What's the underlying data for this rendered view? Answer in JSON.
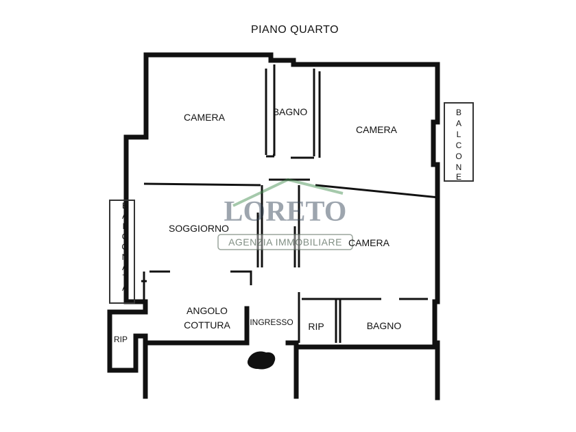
{
  "title": "PIANO QUARTO",
  "rooms": {
    "camera_top_left": "CAMERA",
    "bagno_top": "BAGNO",
    "camera_top_right": "CAMERA",
    "soggiorno": "SOGGIORNO",
    "camera_right": "CAMERA",
    "angolo_line1": "ANGOLO",
    "angolo_line2": "COTTURA",
    "ingresso": "INGRESSO",
    "rip_center": "RIP",
    "bagno_bottom": "BAGNO",
    "rip_left": "RIP"
  },
  "balcone_letters": [
    "B",
    "A",
    "L",
    "C",
    "O",
    "N",
    "E"
  ],
  "balconata_letters": [
    "B",
    "A",
    "L",
    "C",
    "O",
    "N",
    "A",
    "T",
    "A"
  ],
  "watermark": {
    "brand": "LORETO",
    "subtitle": "AGENZIA IMMOBILIARE",
    "color_primary": "#2f3f52",
    "color_accent": "#3e8a4a"
  }
}
